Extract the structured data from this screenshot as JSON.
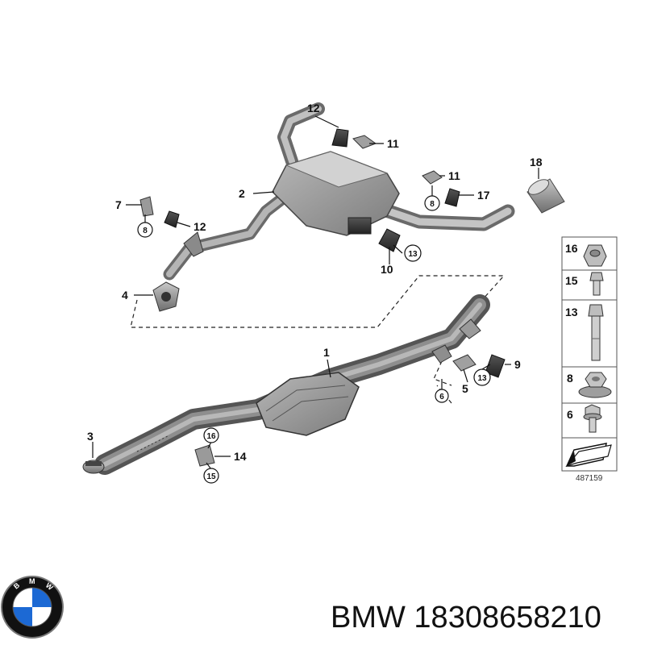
{
  "diagram": {
    "callouts": {
      "c1": "1",
      "c2": "2",
      "c3": "3",
      "c4": "4",
      "c5": "5",
      "c6": "6",
      "c7": "7",
      "c8a": "8",
      "c8b": "8",
      "c9": "9",
      "c10": "10",
      "c11a": "11",
      "c11b": "11",
      "c12a": "12",
      "c12b": "12",
      "c13a": "13",
      "c13b": "13",
      "c14": "14",
      "c15": "15",
      "c16": "16",
      "c17": "17",
      "c18": "18"
    },
    "legend": [
      "16",
      "15",
      "13",
      "8",
      "6"
    ],
    "diagram_id": "487159"
  },
  "brand": {
    "logo_letters": [
      "B",
      "M",
      "W"
    ],
    "part_label": "BMW 18308658210",
    "colors": {
      "logo_blue": "#1c69d4",
      "logo_ring": "#111111"
    }
  }
}
